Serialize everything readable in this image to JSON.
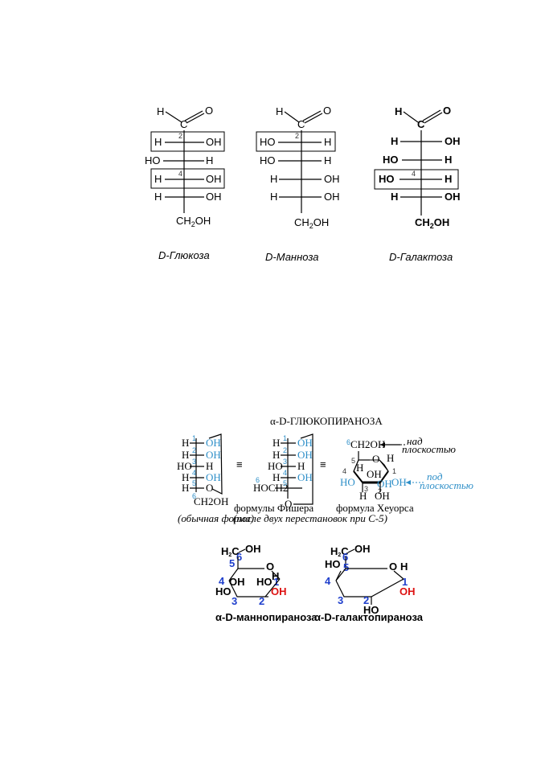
{
  "fischer_top": {
    "glucose": {
      "name": "D-Глюкоза",
      "top_h": "H",
      "top_o": "O",
      "rows": [
        {
          "left": "H",
          "right": "OH",
          "num": "2"
        },
        {
          "left": "HO",
          "right": "H",
          "num": ""
        },
        {
          "left": "H",
          "right": "OH",
          "num": "4"
        },
        {
          "left": "H",
          "right": "OH",
          "num": ""
        }
      ],
      "bottom": "CH2OH"
    },
    "mannose": {
      "name": "D-Манноза",
      "top_h": "H",
      "top_o": "O",
      "rows": [
        {
          "left": "HO",
          "right": "H",
          "num": "2"
        },
        {
          "left": "HO",
          "right": "H",
          "num": ""
        },
        {
          "left": "H",
          "right": "OH",
          "num": ""
        },
        {
          "left": "H",
          "right": "OH",
          "num": ""
        }
      ],
      "bottom": "CH2OH"
    },
    "galactose": {
      "name": "D-Галактоза",
      "top_h": "H",
      "top_o": "O",
      "rows": [
        {
          "left": "H",
          "right": "OH",
          "num": ""
        },
        {
          "left": "HO",
          "right": "H",
          "num": ""
        },
        {
          "left": "HO",
          "right": "H",
          "num": "4"
        },
        {
          "left": "H",
          "right": "OH",
          "num": ""
        }
      ],
      "bottom": "CH2OH"
    }
  },
  "glucopyranose": {
    "title": "α-D-ГЛЮКОПИРАНОЗА",
    "fischer1_rows": [
      {
        "left": "H",
        "right": "OH",
        "num": "1"
      },
      {
        "left": "H",
        "right": "OH",
        "num": "2"
      },
      {
        "left": "HO",
        "right": "H",
        "num": "3"
      },
      {
        "left": "H",
        "right": "OH",
        "num": "4"
      },
      {
        "left": "H",
        "right": "O",
        "num": "5"
      }
    ],
    "fischer1_bottom": "CH2OH",
    "fischer1_bottom_num": "6",
    "fischer2_rows": [
      {
        "left": "H",
        "right": "OH",
        "num": "1"
      },
      {
        "left": "H",
        "right": "OH",
        "num": "2"
      },
      {
        "left": "HO",
        "right": "H",
        "num": "3"
      },
      {
        "left": "H",
        "right": "OH",
        "num": "4"
      }
    ],
    "fischer2_c5_left": "HOCH2",
    "fischer2_c5_num": "6",
    "fischer2_c5_label": "5",
    "fischer2_bottom": "O",
    "equiv": "≡",
    "haworth": {
      "ch2oh": "CH2OH",
      "num6": "6",
      "num5": "5",
      "ring_o": "O",
      "h_top_right": "H",
      "num4": "4",
      "h4": "H",
      "oh4": "OH",
      "num1": "1",
      "ho": "HO",
      "num3": "3",
      "num2": "2",
      "oh2": "OH",
      "oh1": "OH",
      "h3": "H",
      "oh_bottom": "OH",
      "above": "над плоскостью",
      "below": "под плоскостью"
    },
    "caption_fischer": "формулы Фишера",
    "caption_haworth": "формула Хеуорса",
    "note1": "(обычная форма)",
    "note2": "(после двух перестановок при С-5)"
  },
  "bottom_rings": {
    "mannose": {
      "ch2": "H2C",
      "oh_top": "OH",
      "n6": "6",
      "n5": "5",
      "ring_o": "O",
      "h1": "H",
      "n4": "4",
      "oh_a": "OH",
      "ho_a": "HO",
      "n1": "1",
      "ho4": "HO",
      "oh1": "OH",
      "n3": "3",
      "n2": "2",
      "name": "α-D-маннопираноза"
    },
    "galactose": {
      "ch2": "H2C",
      "oh_top": "OH",
      "n6": "6",
      "n5": "5",
      "ring_o": "O",
      "h1": "H",
      "ho4": "HO",
      "n4": "4",
      "n1": "1",
      "oh1": "OH",
      "n3": "3",
      "n2": "2",
      "ho2": "HO",
      "name": "α-D-галактопираноза"
    }
  }
}
